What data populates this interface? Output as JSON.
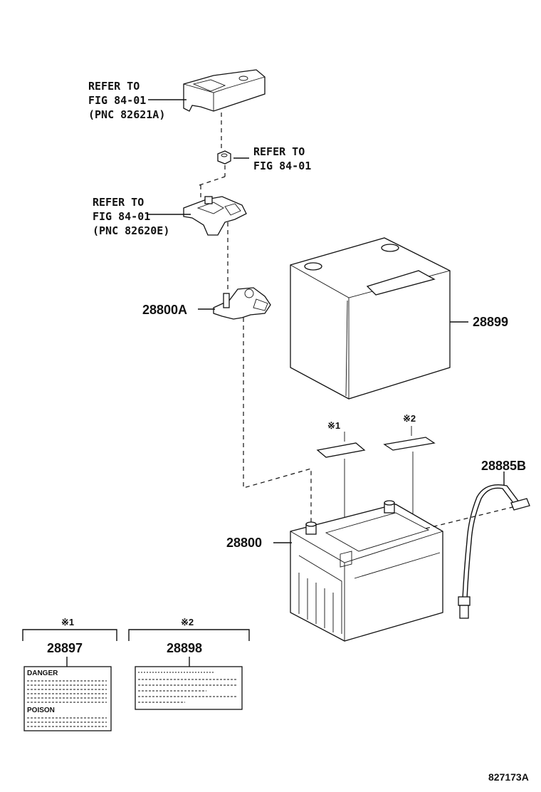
{
  "callouts": {
    "cover_ref": [
      "REFER TO",
      "FIG 84-01",
      "(PNC 82621A)"
    ],
    "nut_ref": [
      "REFER TO",
      "FIG 84-01"
    ],
    "clamp_ref": [
      "REFER TO",
      "FIG 84-01",
      "(PNC 82620E)"
    ]
  },
  "parts": {
    "terminal": "28800A",
    "battery_cover": "28899",
    "vent_hose": "28885B",
    "battery": "28800"
  },
  "notes": {
    "note1": "※1",
    "note2": "※2"
  },
  "legend": {
    "box1_mark": "※1",
    "box1_part": "28897",
    "box2_mark": "※2",
    "box2_part": "28898",
    "label1_danger": "DANGER",
    "label1_poison": "POISON"
  },
  "figure_id": "827173A"
}
